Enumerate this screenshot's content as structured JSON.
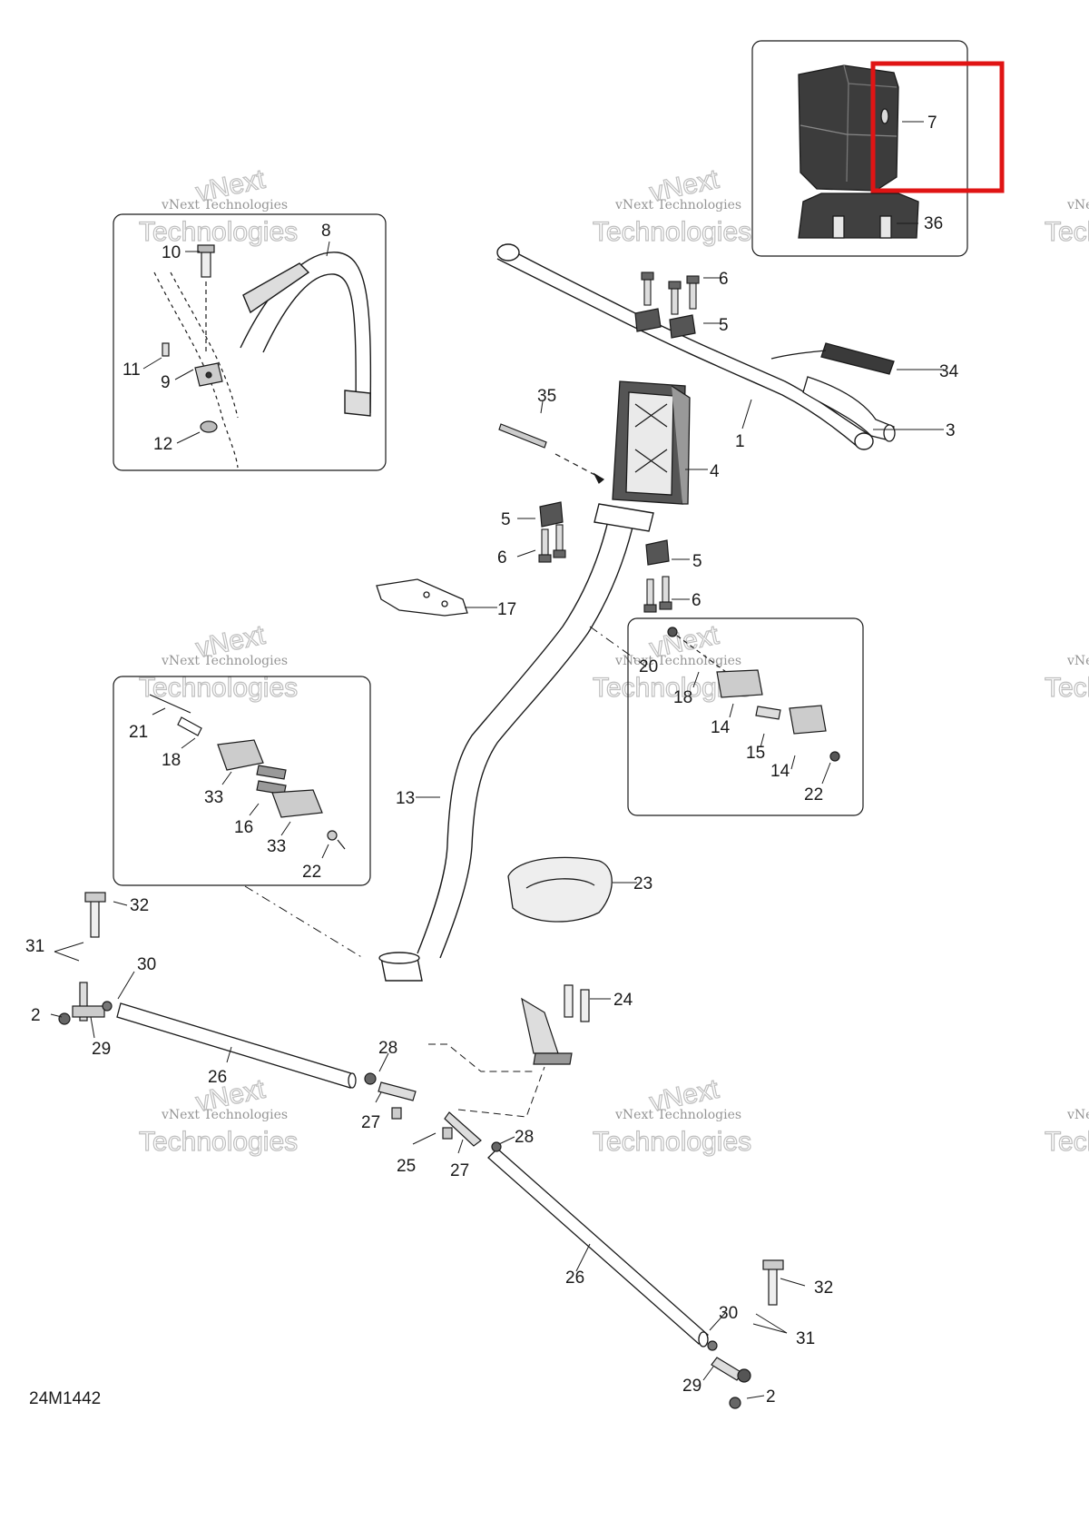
{
  "diagram": {
    "figure_code": "24M1442",
    "watermark": {
      "line1": "vNext Technologies",
      "line2": "Technologies",
      "stamp": "vNext"
    },
    "callouts": {
      "c1": "1",
      "c2a": "2",
      "c2b": "2",
      "c3": "3",
      "c4": "4",
      "c5a": "5",
      "c5b": "5",
      "c5c": "5",
      "c6a": "6",
      "c6b": "6",
      "c6c": "6",
      "c7": "7",
      "c8": "8",
      "c9": "9",
      "c10": "10",
      "c11": "11",
      "c12": "12",
      "c13": "13",
      "c14a": "14",
      "c14b": "14",
      "c15": "15",
      "c16": "16",
      "c17": "17",
      "c18a": "18",
      "c18b": "18",
      "c20": "20",
      "c21": "21",
      "c22a": "22",
      "c22b": "22",
      "c23": "23",
      "c24": "24",
      "c25": "25",
      "c26a": "26",
      "c26b": "26",
      "c27a": "27",
      "c27b": "27",
      "c28a": "28",
      "c28b": "28",
      "c29a": "29",
      "c29b": "29",
      "c30a": "30",
      "c30b": "30",
      "c31a": "31",
      "c31b": "31",
      "c32a": "32",
      "c32b": "32",
      "c33a": "33",
      "c33b": "33",
      "c34": "34",
      "c35": "35",
      "c36": "36"
    },
    "highlight_color": "#e01414",
    "line_color": "#1a1a1a"
  }
}
